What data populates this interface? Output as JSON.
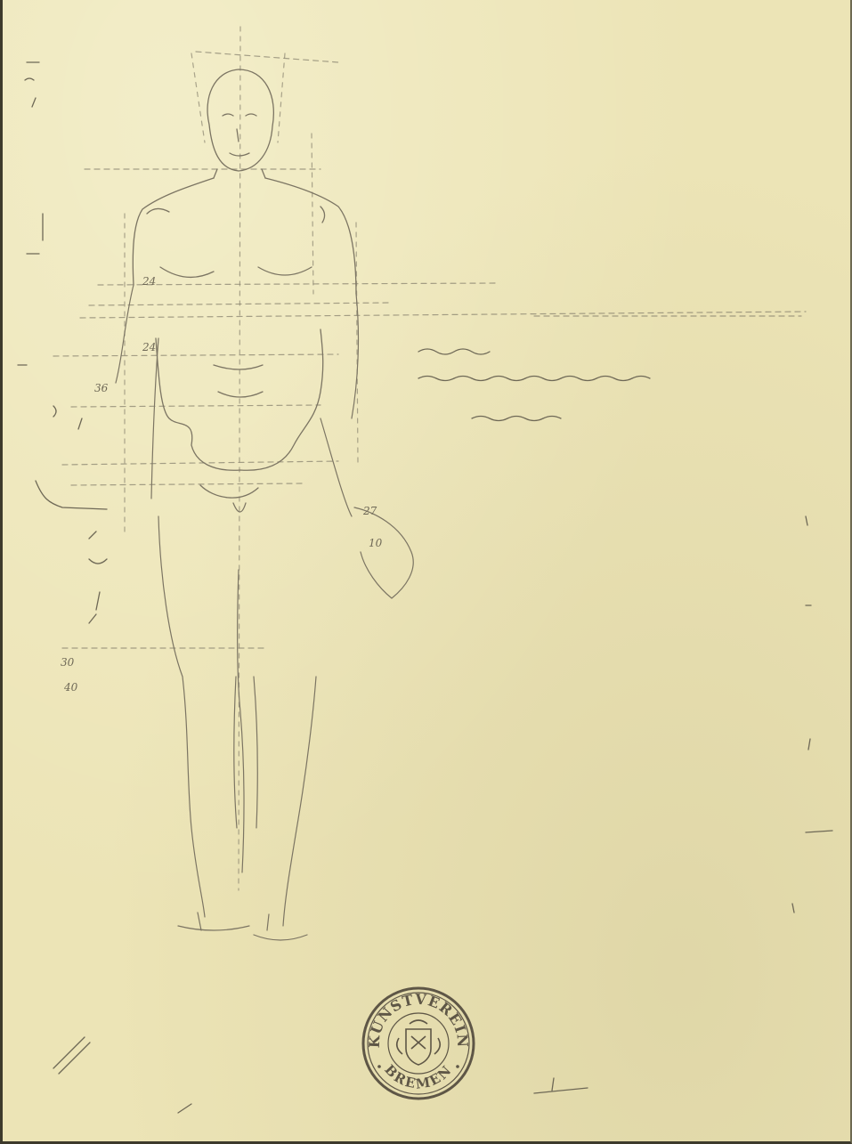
{
  "figure": {
    "description_type": "pencil-drawing",
    "subject": "human-figure-proportion-study"
  },
  "margin_numbers": {
    "n30": "30",
    "n40": "40",
    "n24a": "24",
    "n24b": "24",
    "n27": "27",
    "n10": "10",
    "n36": "36"
  },
  "stamp": {
    "top_text": "KUNSTVEREIN",
    "bottom_text": "BREMEN",
    "ink_color": "#5e5646"
  },
  "colors": {
    "paper": "#ece4b6",
    "pencil": "#7a7462",
    "border": "#3d3a2c"
  }
}
